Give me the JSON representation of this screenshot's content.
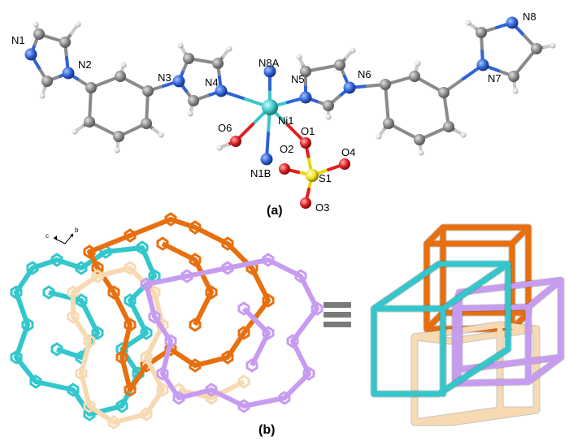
{
  "colors": {
    "carbon": "#8a8a8a",
    "nitrogen": "#2f62d6",
    "hydrogen": "#dedede",
    "nickel": "#3dc6c6",
    "oxygen": "#e02020",
    "sulfur": "#f0e020",
    "net_cyan": "#33c7cc",
    "net_orange": "#e86f0e",
    "net_tan": "#f7d9b2",
    "net_purple": "#c79cf0",
    "equiv": "#7a7a7a"
  },
  "panel_a": {
    "label": "(a)",
    "atoms": {
      "n1": "N1",
      "n2": "N2",
      "n3": "N3",
      "n4": "N4",
      "n5": "N5",
      "n6": "N6",
      "n7": "N7",
      "n8": "N8",
      "n8a": "N8A",
      "n1b": "N1B",
      "ni1": "Ni1",
      "o1": "O1",
      "o2": "O2",
      "o3": "O3",
      "o4": "O4",
      "o6": "O6",
      "s1": "S1"
    }
  },
  "panel_b": {
    "label": "(b)",
    "axes": {
      "c": "c",
      "b": "b"
    }
  },
  "equiv_icon": "equivalence-icon",
  "nets": [
    {
      "name": "cyan",
      "color": "#33c7cc"
    },
    {
      "name": "orange",
      "color": "#e86f0e"
    },
    {
      "name": "tan",
      "color": "#f7d9b2"
    },
    {
      "name": "purple",
      "color": "#c79cf0"
    }
  ]
}
